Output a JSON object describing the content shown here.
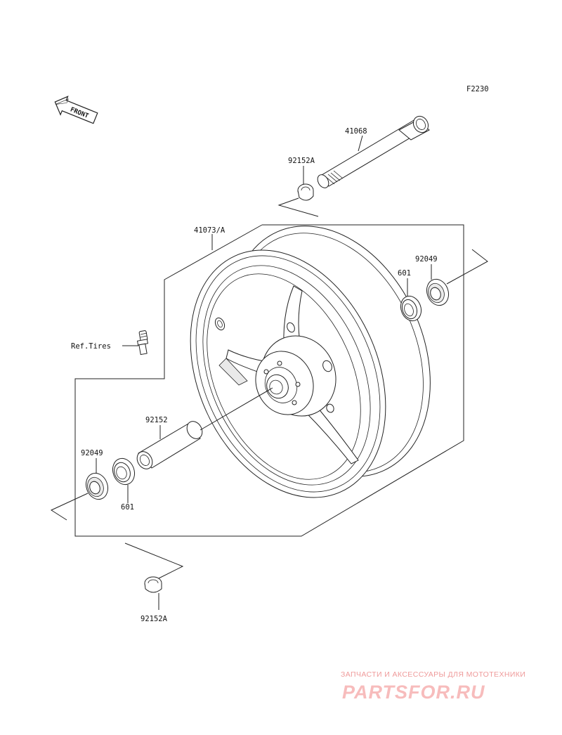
{
  "diagram": {
    "code": "F2230",
    "front_label": "FRONT",
    "parts": [
      {
        "id": "axle",
        "label": "41068"
      },
      {
        "id": "collar_right",
        "label": "92152A"
      },
      {
        "id": "wheel",
        "label": "41073/A"
      },
      {
        "id": "bearing_right",
        "label": "601"
      },
      {
        "id": "seal_right",
        "label": "92049"
      },
      {
        "id": "valve",
        "label": "Ref.Tires"
      },
      {
        "id": "spacer",
        "label": "92152"
      },
      {
        "id": "seal_left",
        "label": "92049"
      },
      {
        "id": "bearing_left",
        "label": "601"
      },
      {
        "id": "collar_left",
        "label": "92152A"
      }
    ]
  },
  "watermark": {
    "caption": "ЗАПЧАСТИ И АКСЕССУАРЫ ДЛЯ МОТОТЕХНИКИ",
    "logo": "PARTSFOR.RU"
  }
}
